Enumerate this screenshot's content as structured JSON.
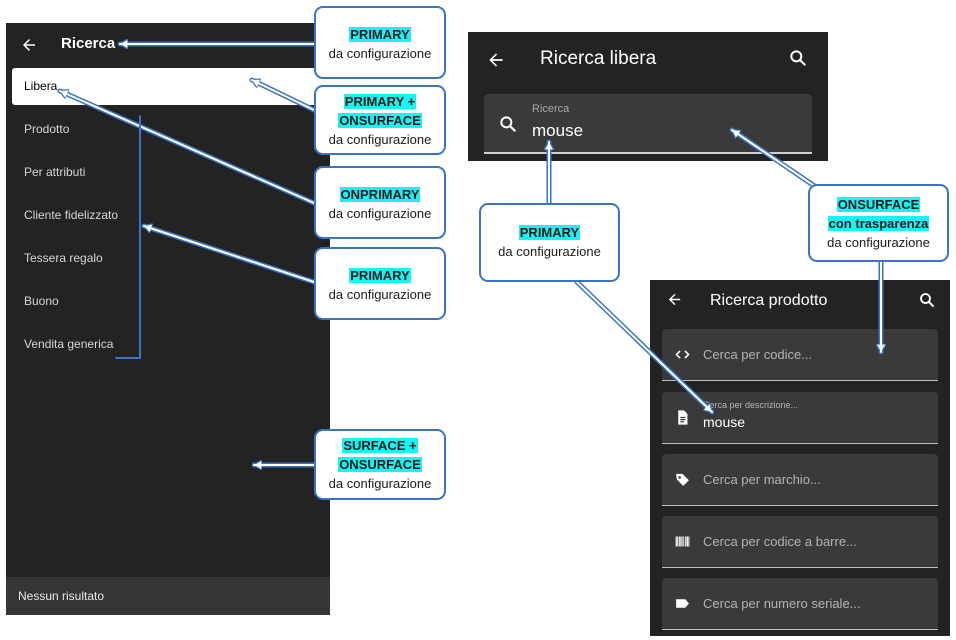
{
  "left_screen": {
    "title": "Ricerca",
    "items": [
      {
        "label": "Libera"
      },
      {
        "label": "Prodotto"
      },
      {
        "label": "Per attributi"
      },
      {
        "label": "Cliente fidelizzato"
      },
      {
        "label": "Tessera regalo"
      },
      {
        "label": "Buono"
      },
      {
        "label": "Vendita generica"
      }
    ],
    "footer": "Nessun risultato"
  },
  "top_screen": {
    "title": "Ricerca libera",
    "field_label": "Ricerca",
    "field_value": "mouse"
  },
  "bottom_screen": {
    "title": "Ricerca prodotto",
    "fields": [
      {
        "placeholder": "Cerca per codice...",
        "icon": "code-icon"
      },
      {
        "label": "Cerca per descrizione...",
        "value": "mouse",
        "icon": "document-icon"
      },
      {
        "placeholder": "Cerca per marchio...",
        "icon": "tag-icon"
      },
      {
        "placeholder": "Cerca per codice a barre...",
        "icon": "barcode-icon"
      },
      {
        "placeholder": "Cerca per numero seriale...",
        "icon": "label-icon"
      }
    ]
  },
  "callouts": {
    "c1": {
      "highlight": "PRIMARY",
      "text": "da configurazione"
    },
    "c2": {
      "highlight1": "PRIMARY +",
      "highlight2": "ONSURFACE",
      "text": "da configurazione"
    },
    "c3": {
      "highlight": "ONPRIMARY",
      "text": "da configurazione"
    },
    "c4": {
      "highlight": "PRIMARY",
      "text": "da configurazione"
    },
    "c5": {
      "highlight1": "SURFACE +",
      "highlight2": "ONSURFACE",
      "text": "da configurazione"
    },
    "c6": {
      "highlight": "PRIMARY",
      "text": "da configurazione"
    },
    "c7": {
      "highlight1": "ONSURFACE",
      "highlight2": "con trasparenza",
      "text": "da configurazione"
    }
  },
  "colors": {
    "surface": "#232323",
    "field": "#3a3a3a",
    "highlight": "#19f2f2",
    "callout_border": "#3b74c4"
  }
}
